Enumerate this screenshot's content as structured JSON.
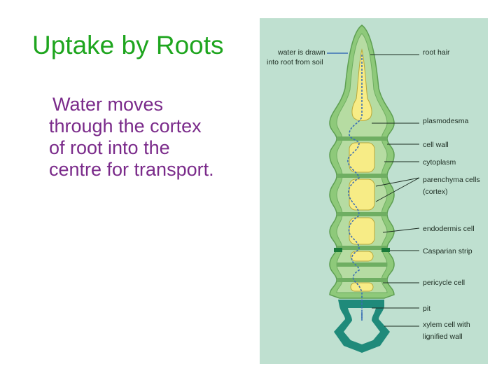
{
  "slide": {
    "title": "Uptake by Roots",
    "body_lines": [
      "Water moves",
      "through the cortex",
      "of root into the",
      "centre for transport."
    ]
  },
  "diagram": {
    "colors": {
      "background": "#bfe0d0",
      "cell_wall_green": "#8ec97a",
      "cytoplasm_green": "#b6dca2",
      "vacuole_yellow": "#f7ec86",
      "xylem": "#1f8a7a",
      "water_path": "#3a6fb5",
      "casparian": "#1a7a3a"
    },
    "labels": {
      "water_drawn_1": "water is drawn",
      "water_drawn_2": "into root from soil",
      "root_hair": "root hair",
      "plasmodesma": "plasmodesma",
      "cell_wall": "cell wall",
      "cytoplasm": "cytoplasm",
      "parenchyma_1": "parenchyma cells",
      "parenchyma_2": "(cortex)",
      "endodermis": "endodermis cell",
      "casparian": "Casparian strip",
      "pericycle": "pericycle cell",
      "pit": "pit",
      "xylem_1": "xylem cell with",
      "xylem_2": "lignified wall"
    }
  }
}
